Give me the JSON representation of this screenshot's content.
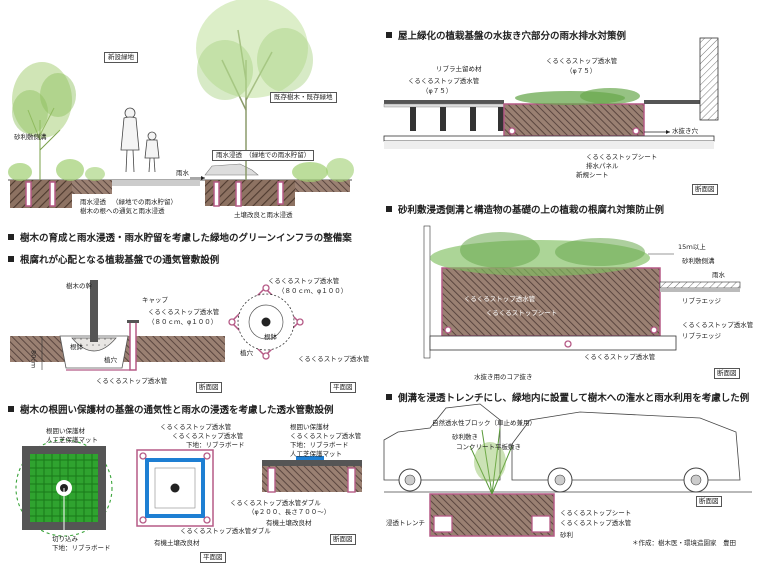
{
  "headings": {
    "green_infra": "樹木の育成と雨水浸透・雨水貯留を考慮した緑地のグリーンインフラの整備案",
    "ventilation": "根腐れが心配となる植栽基盤での通気管敷設例",
    "guard": "樹木の根囲い保護材の基盤の通気性と雨水の浸透を考慮した透水管敷設例",
    "rooftop": "屋上緑化の植栽基盤の水抜き穴部分の雨水排水対策例",
    "gravel": "砂利敷浸透側溝と構造物の基礎の上の植栽の根腐れ対策防止例",
    "trench": "側溝を浸透トレンチにし、緑地内に設置して樹木への潅水と雨水利用を考慮した例"
  },
  "scene1": {
    "new_green": "新設緑地",
    "existing": "既存樹木・既存緑地",
    "gravel_gutter": "砂利敷側溝",
    "rain_infiltration": "雨水浸透",
    "rain_storage": "（緑地での雨水貯留）",
    "root_air": "樹木の根への通気と雨水浸透",
    "rain_storage2": "雨水浸透　（緑地での雨水貯留）",
    "rainwater": "雨水",
    "soil_improve": "土壌改良と雨水浸透"
  },
  "scene2": {
    "trunk": "樹木の幹",
    "cap": "キャップ",
    "pipe": "くるくるストップ透水管",
    "pipe_size": "（８０ｃｍ、φ１００）",
    "root_ball": "根鉢",
    "planting_hole": "植穴",
    "dim": "80cm",
    "pipe_bottom": "くるくるストップ透水管",
    "section": "断面図",
    "plan_pipe": "くるくるストップ透水管",
    "plan_pipe_size": "（８０ｃｍ、φ１００）",
    "plan_root": "根鉢",
    "plan_hole": "植穴",
    "plan_pipe2": "くるくるストップ透水管",
    "plan": "平面図"
  },
  "scene3": {
    "guard_mat": "根囲い保護材",
    "turf_mat": "人工芝保護マット",
    "cut": "切り込み",
    "base": "下地：リブラボード",
    "pipe1": "くるくるストップ透水管",
    "pipe2": "くるくるストップ透水管",
    "base2": "下地：リブラボード",
    "double": "くるくるストップ透水管ダブル",
    "organic": "有機土壌改良材",
    "plan": "平面図",
    "guard_mat2": "根囲い保護材",
    "pipe3": "くるくるストップ透水管",
    "base3": "下地：リブラボード",
    "turf_mat2": "人工芝保護マット",
    "double2": "くるくるストップ透水管ダブル",
    "double_size": "（φ２００、長さ７００～）",
    "organic2": "有機土壌改良材",
    "section": "断面図"
  },
  "scene4": {
    "ribbed": "リブラ土留め材",
    "pipe75": "くるくるストップ透水管",
    "size75": "（φ７５）",
    "pipe_right": "くるくるストップ透水管",
    "size_right": "（φ７５）",
    "drain_hole": "水抜き穴",
    "sheet": "くるくるストップシート",
    "drain_panel": "排水パネル",
    "gravel_sheet": "新規シート",
    "section": "断面図"
  },
  "scene5": {
    "dim": "15ｍ以上",
    "gutter": "砂利敷側溝",
    "rain": "雨水",
    "edge": "リブラエッジ",
    "pipe": "くるくるストップ透水管",
    "edge2": "リブラエッジ",
    "pipe_inner1": "くるくるストップ透水管",
    "pipe_inner2": "くるくるストップシート",
    "pipe_bottom": "くるくるストップ透水管",
    "core": "水抜き用のコア抜き",
    "section": "断面図"
  },
  "scene6": {
    "block": "自然透水性ブロック（車止め兼用）",
    "gravel": "砂利敷き",
    "concrete": "コンクリート平板敷き",
    "trench": "浸透トレンチ",
    "sheet": "くるくるストップシート",
    "pipe": "くるくるストップ透水管",
    "gravel2": "砂利",
    "credit": "＊作成：樹木医・環境造園家　豊田",
    "section": "断面図"
  },
  "colors": {
    "soil": "#6b5142",
    "pipe": "#b55a86",
    "green": "#3aa43a",
    "blue": "#1e7fd3",
    "dark": "#555555"
  }
}
